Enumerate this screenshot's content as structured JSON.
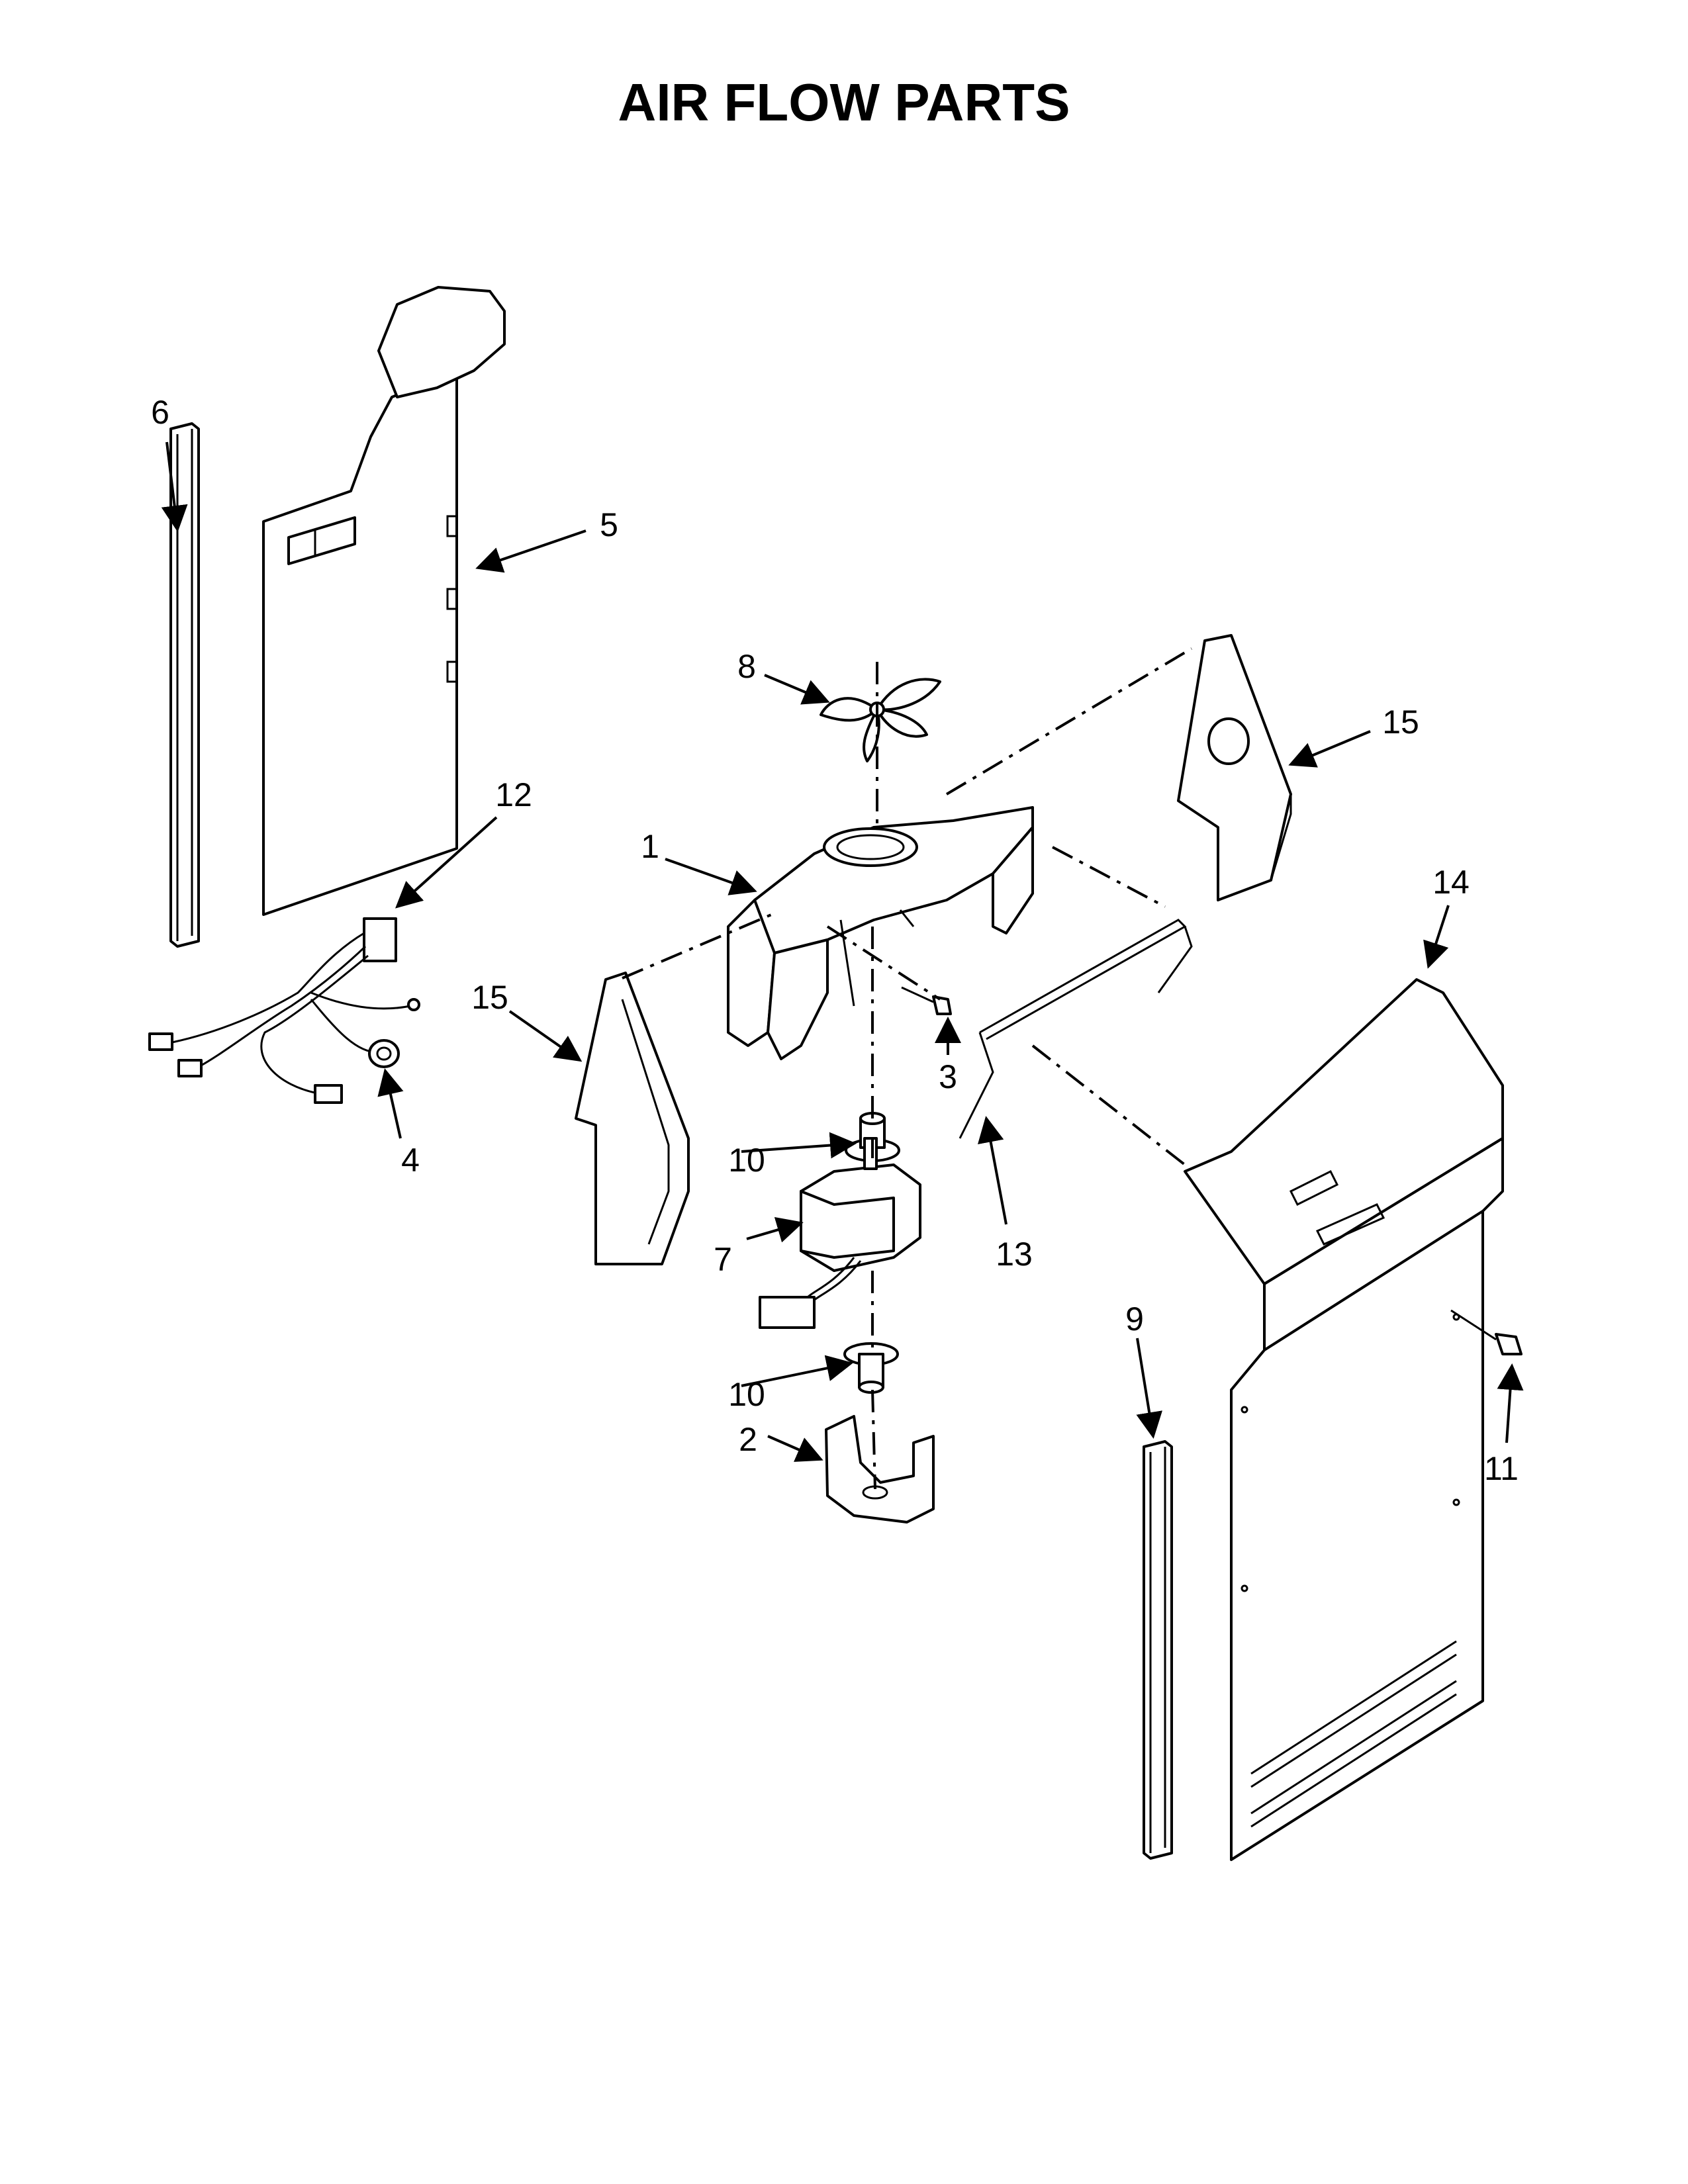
{
  "title": "AIR FLOW PARTS",
  "callouts": {
    "c1": "1",
    "c2": "2",
    "c3": "3",
    "c4": "4",
    "c5": "5",
    "c6": "6",
    "c7": "7",
    "c8": "8",
    "c9": "9",
    "c10a": "10",
    "c10b": "10",
    "c11": "11",
    "c12": "12",
    "c13": "13",
    "c14": "14",
    "c15a": "15",
    "c15b": "15"
  }
}
